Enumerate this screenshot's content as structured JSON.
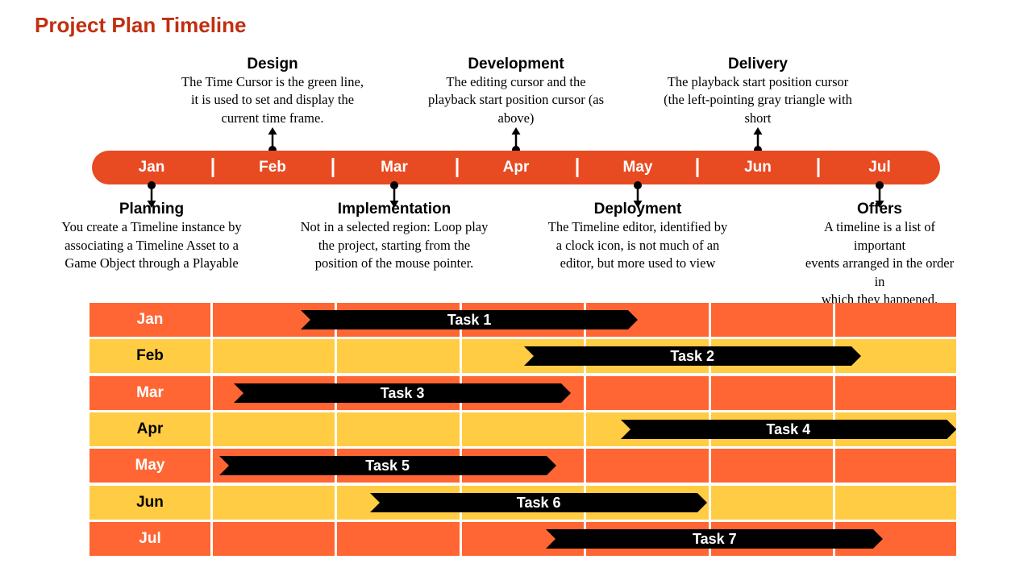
{
  "title": "Project Plan Timeline",
  "colors": {
    "title": "#c0300e",
    "timeline_bar": "#e84a22",
    "row_orange": "#ff6633",
    "row_yellow": "#ffcc44",
    "task_bar": "#000000",
    "label_on_orange": "#ffffff",
    "label_on_yellow": "#000000"
  },
  "timeline": {
    "months": [
      "Jan",
      "Feb",
      "Mar",
      "Apr",
      "May",
      "Jun",
      "Jul"
    ],
    "above": [
      {
        "month_index": 1,
        "title": "Design",
        "lines": [
          "The Time Cursor is the green line,",
          "it is used to set and display the",
          "current time frame."
        ]
      },
      {
        "month_index": 3,
        "title": "Development",
        "lines": [
          "The editing cursor and the",
          "playback start position cursor (as",
          "above)"
        ]
      },
      {
        "month_index": 5,
        "title": "Delivery",
        "lines": [
          "The playback start position cursor",
          "(the left-pointing gray triangle with",
          "short"
        ]
      }
    ],
    "below": [
      {
        "month_index": 0,
        "title": "Planning",
        "lines": [
          "You create a Timeline instance by",
          "associating a Timeline Asset to a",
          "Game Object through a Playable"
        ]
      },
      {
        "month_index": 2,
        "title": "Implementation",
        "lines": [
          "Not in a selected region: Loop play",
          "the project, starting from the",
          "position of the mouse pointer."
        ]
      },
      {
        "month_index": 4,
        "title": "Deployment",
        "lines": [
          "The Timeline editor, identified by",
          "a clock icon, is not much of an",
          "editor, but more used to view"
        ]
      },
      {
        "month_index": 6,
        "title": "Offers",
        "lines": [
          "A timeline is a list of important",
          "events arranged in the order in",
          "which they happened."
        ]
      }
    ]
  },
  "gantt": {
    "rows": [
      {
        "label": "Jan",
        "color": "orange",
        "task": "Task 1",
        "start": 0.71,
        "end": 3.43
      },
      {
        "label": "Feb",
        "color": "yellow",
        "task": "Task 2",
        "start": 2.51,
        "end": 5.23
      },
      {
        "label": "Mar",
        "color": "orange",
        "task": "Task 3",
        "start": 0.17,
        "end": 2.89
      },
      {
        "label": "Apr",
        "color": "yellow",
        "task": "Task 4",
        "start": 3.29,
        "end": 6.0
      },
      {
        "label": "May",
        "color": "orange",
        "task": "Task 5",
        "start": 0.05,
        "end": 2.77
      },
      {
        "label": "Jun",
        "color": "yellow",
        "task": "Task 6",
        "start": 1.27,
        "end": 3.99
      },
      {
        "label": "Jul",
        "color": "orange",
        "task": "Task 7",
        "start": 2.69,
        "end": 5.41
      }
    ]
  }
}
